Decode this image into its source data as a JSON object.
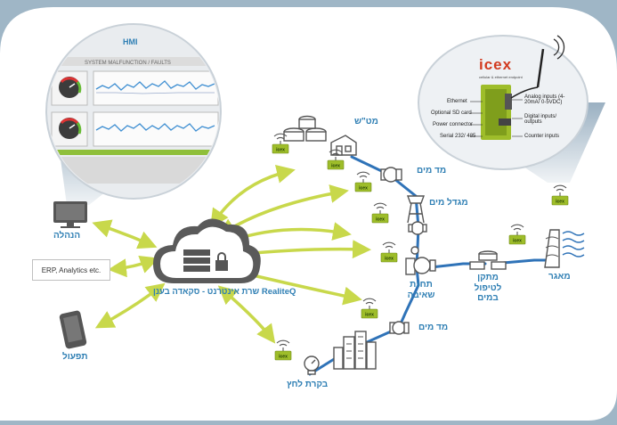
{
  "labels": {
    "hmi": "HMI",
    "management": "הנהלה",
    "erp": "ERP, Analytics etc.",
    "operation": "תפעול",
    "server": "RealiteQ שרת אינטרנט - סקאדה בענן",
    "water_meter_1": "מד מים",
    "water_tower": "מגדל מים",
    "sewage": "מט\"ש",
    "pump_station": "תחנת שאיבה",
    "water_meter_2": "מד מים",
    "pressure_control": "בקרת לחץ",
    "water_treatment": "מתקן לטיפול במים",
    "reservoir": "מאגר"
  },
  "icex_box": {
    "brand": "icex",
    "tagline": "cellular & ethernet endpoint",
    "left_labels": [
      "Ethernet",
      "Optional SD card",
      "Power connector",
      "Serial 232/ 485"
    ],
    "right_labels": [
      "Analog inputs (4-20mA/ 0-5VDC)",
      "Digital inputs/ outputs",
      "Counter inputs"
    ]
  },
  "hmi_screen": {
    "header_text": "SYSTEM MALFUNCTION / FAULTS"
  },
  "device_tag": "icex",
  "colors": {
    "background": "#9fb6c6",
    "panel": "#ffffff",
    "label_blue": "#2f7fb4",
    "link_blue": "#2f73b8",
    "signal_green": "#c8d84b",
    "device_green": "#9ebd2a",
    "icon_gray": "#555555",
    "brand_red": "#d23a1f"
  }
}
